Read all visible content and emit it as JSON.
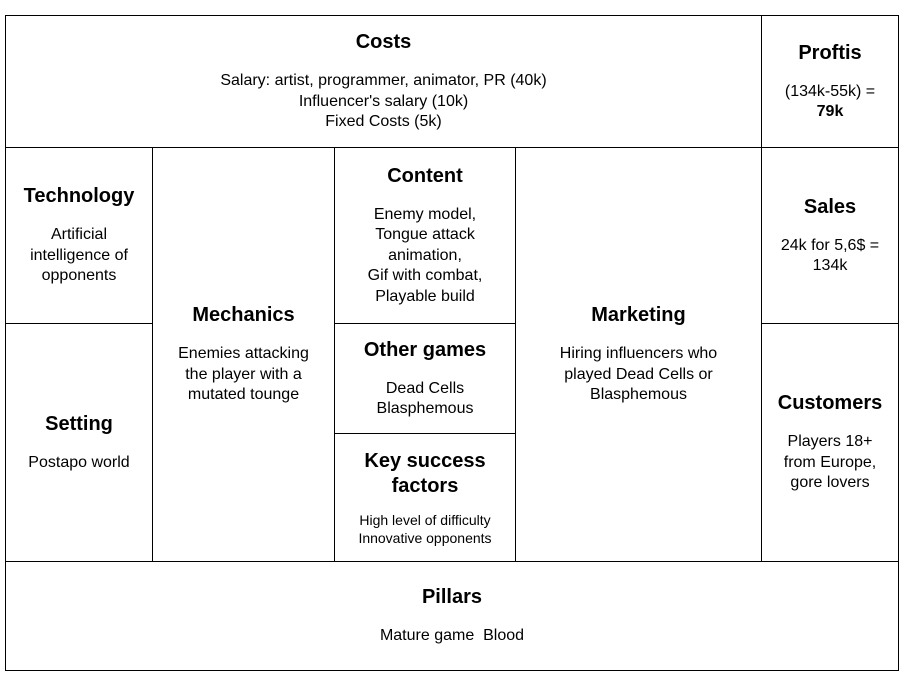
{
  "costs": {
    "title": "Costs",
    "lines": [
      "Salary: artist, programmer, animator, PR (40k)",
      "Influencer's salary (10k)",
      "Fixed Costs (5k)"
    ]
  },
  "profits": {
    "title": "Proftis",
    "line1": "(134k-55k) =",
    "value": "79k"
  },
  "technology": {
    "title": "Technology",
    "lines": [
      "Artificial",
      "intelligence of",
      "opponents"
    ]
  },
  "mechanics": {
    "title": "Mechanics",
    "lines": [
      "Enemies attacking",
      "the player with a",
      "mutated tounge"
    ]
  },
  "content": {
    "title": "Content",
    "lines": [
      "Enemy model,",
      "Tongue attack",
      "animation,",
      "Gif with combat,",
      "Playable build"
    ]
  },
  "marketing": {
    "title": "Marketing",
    "lines": [
      "Hiring influencers who",
      "played Dead Cells or",
      "Blasphemous"
    ]
  },
  "sales": {
    "title": "Sales",
    "lines": [
      "24k for 5,6$ =",
      "134k"
    ]
  },
  "setting": {
    "title": "Setting",
    "lines": [
      "Postapo world"
    ]
  },
  "other_games": {
    "title": "Other games",
    "lines": [
      "Dead Cells",
      "Blasphemous"
    ]
  },
  "key_success": {
    "title_lines": [
      "Key success",
      "factors"
    ],
    "lines": [
      "High level of difficulty",
      "Innovative opponents"
    ]
  },
  "customers": {
    "title": "Customers",
    "lines": [
      "Players 18+",
      "from Europe,",
      "gore lovers"
    ]
  },
  "pillars": {
    "title": "Pillars",
    "line": "Mature game  Blood"
  }
}
